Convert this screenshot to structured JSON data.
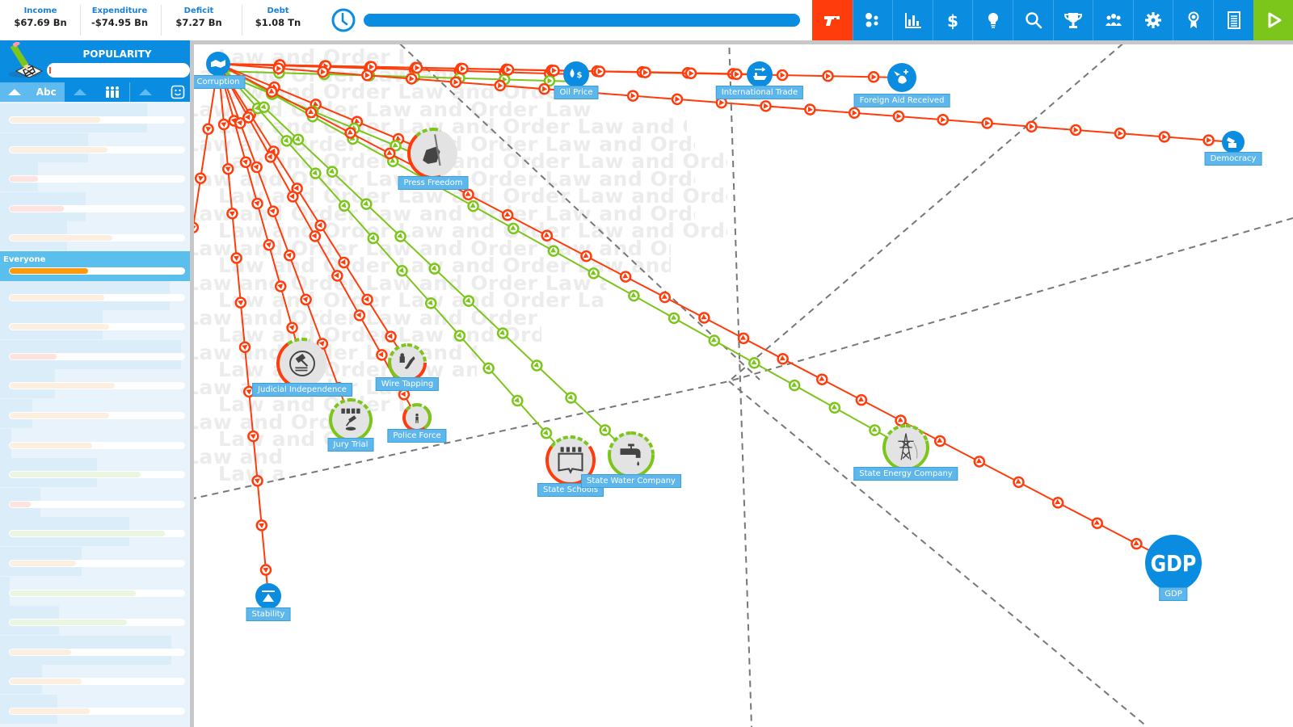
{
  "topbar": {
    "stats": [
      {
        "label": "Income",
        "value": "$67.69 Bn"
      },
      {
        "label": "Expenditure",
        "value": "-$74.95 Bn"
      },
      {
        "label": "Deficit",
        "value": "$7.27 Bn"
      },
      {
        "label": "Debt",
        "value": "$1.08 Tn"
      }
    ],
    "turn_progress_percent": 100,
    "buttons": [
      {
        "name": "law-and-order",
        "icon": "gun-icon",
        "active": true
      },
      {
        "name": "social",
        "icon": "dots-icon"
      },
      {
        "name": "statistics",
        "icon": "bar-chart-icon"
      },
      {
        "name": "finance",
        "icon": "dollar-icon"
      },
      {
        "name": "ideas",
        "icon": "lightbulb-icon"
      },
      {
        "name": "search",
        "icon": "search-icon"
      },
      {
        "name": "achievements",
        "icon": "trophy-icon"
      },
      {
        "name": "voters",
        "icon": "people-icon"
      },
      {
        "name": "settings",
        "icon": "gear-icon"
      },
      {
        "name": "awards",
        "icon": "ribbon-icon"
      },
      {
        "name": "report",
        "icon": "document-icon"
      },
      {
        "name": "next-turn",
        "icon": "play-icon"
      }
    ],
    "colors": {
      "blue": "#0a8ce0",
      "active": "#ff3c0b",
      "play": "#7cc51b"
    }
  },
  "sidebar": {
    "title": "POPULARITY",
    "search_value": "",
    "sort_buttons": [
      {
        "icon": "sort-alpha-icon",
        "label": "Abc"
      },
      {
        "icon": "sort-size-icon",
        "label": "group size"
      },
      {
        "icon": "sort-happiness-icon",
        "label": "happiness"
      }
    ],
    "groups_above": [
      {
        "fill": 0.52,
        "tone": "orange"
      },
      {
        "fill": 0.56,
        "tone": "orange"
      },
      {
        "fill": 0.16,
        "tone": "red"
      },
      {
        "fill": 0.31,
        "tone": "red"
      },
      {
        "fill": 0.59,
        "tone": "orange"
      }
    ],
    "selected_group": {
      "label": "Everyone",
      "fill": 0.45
    },
    "groups_below": [
      {
        "fill": 0.54,
        "tone": "orange"
      },
      {
        "fill": 0.57,
        "tone": "orange"
      },
      {
        "fill": 0.27,
        "tone": "red"
      },
      {
        "fill": 0.6,
        "tone": "orange"
      },
      {
        "fill": 0.57,
        "tone": "orange"
      },
      {
        "fill": 0.47,
        "tone": "orange"
      },
      {
        "fill": 0.75,
        "tone": "green"
      },
      {
        "fill": 0.12,
        "tone": "red"
      },
      {
        "fill": 0.89,
        "tone": "green"
      },
      {
        "fill": 0.38,
        "tone": "orange"
      },
      {
        "fill": 0.72,
        "tone": "green"
      },
      {
        "fill": 0.67,
        "tone": "green"
      },
      {
        "fill": 0.35,
        "tone": "orange"
      },
      {
        "fill": 0.41,
        "tone": "orange"
      },
      {
        "fill": 0.46,
        "tone": "orange"
      }
    ]
  },
  "canvas": {
    "watermark": "Law and Order",
    "center_node": {
      "label": "Corruption",
      "icon": "handshake-icon"
    },
    "nodes": [
      {
        "id": "oil",
        "label": "Oil Price",
        "icon": "oil-dollar-icon",
        "kind": "stat"
      },
      {
        "id": "trade",
        "label": "International Trade",
        "icon": "cargo-ship-icon",
        "kind": "stat"
      },
      {
        "id": "aid",
        "label": "Foreign Aid Received",
        "icon": "foreign-aid-icon",
        "kind": "stat"
      },
      {
        "id": "democracy",
        "label": "Democracy",
        "icon": "ballot-box-icon",
        "kind": "stat"
      },
      {
        "id": "press",
        "label": "Press Freedom",
        "icon": "fist-pen-icon",
        "kind": "policy"
      },
      {
        "id": "judicial",
        "label": "Judicial Independence",
        "icon": "gavel-icon",
        "kind": "policy"
      },
      {
        "id": "wiretap",
        "label": "Wire Tapping",
        "icon": "phone-spy-icon",
        "kind": "policy"
      },
      {
        "id": "jury",
        "label": "Jury Trial",
        "icon": "jury-icon",
        "kind": "policy"
      },
      {
        "id": "police",
        "label": "Police Force",
        "icon": "police-icon",
        "kind": "policy"
      },
      {
        "id": "schools",
        "label": "State Schools",
        "icon": "schools-icon",
        "kind": "policy"
      },
      {
        "id": "water",
        "label": "State Water Company",
        "icon": "water-tap-icon",
        "kind": "policy"
      },
      {
        "id": "energy",
        "label": "State Energy Company",
        "icon": "pylon-icon",
        "kind": "policy"
      },
      {
        "id": "gdp",
        "label": "GDP",
        "icon": "gdp-icon",
        "kind": "stat",
        "big_text": "GDP"
      },
      {
        "id": "stability",
        "label": "Stability",
        "icon": "balance-icon",
        "kind": "stat"
      }
    ],
    "links": [
      {
        "to": "oil",
        "effect": "negative"
      },
      {
        "to": "oil",
        "effect": "positive"
      },
      {
        "to": "trade",
        "effect": "negative"
      },
      {
        "to": "aid",
        "effect": "negative"
      },
      {
        "to": "democracy",
        "effect": "negative"
      },
      {
        "to": "press",
        "effect": "negative"
      },
      {
        "to": "press",
        "effect": "positive"
      },
      {
        "to": "judicial",
        "effect": "negative"
      },
      {
        "to": "wiretap",
        "effect": "negative"
      },
      {
        "to": "jury",
        "effect": "negative"
      },
      {
        "to": "police",
        "effect": "negative"
      },
      {
        "to": "schools",
        "effect": "positive"
      },
      {
        "to": "water",
        "effect": "positive"
      },
      {
        "to": "energy",
        "effect": "positive"
      },
      {
        "to": "gdp",
        "effect": "negative"
      },
      {
        "to": "stability",
        "effect": "negative"
      },
      {
        "to": "offscreen-left",
        "effect": "negative"
      }
    ],
    "colors": {
      "negative": "#ff3c0b",
      "positive": "#7cc51b",
      "stat_node": "#0a8ce0",
      "label_bg": "#5eb7ec"
    }
  }
}
